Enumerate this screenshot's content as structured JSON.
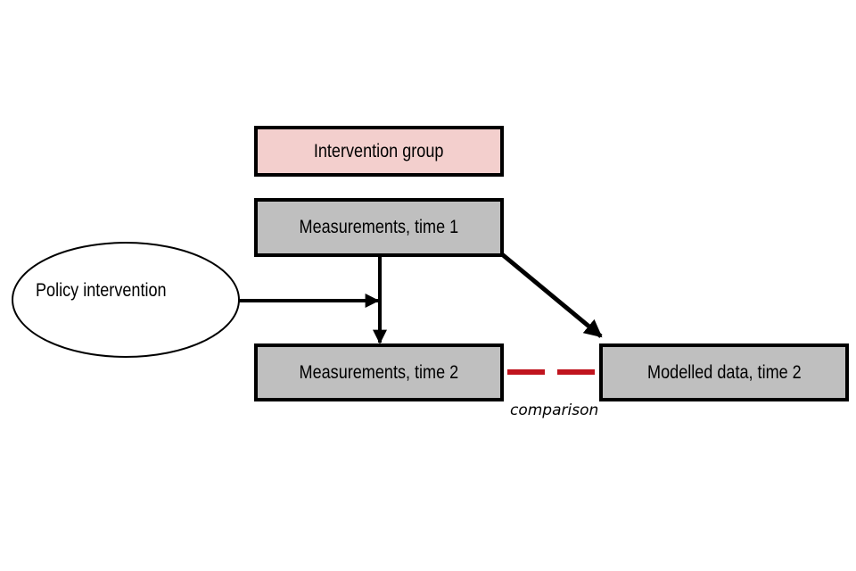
{
  "diagram": {
    "group_label": "Intervention group",
    "measurements_t1": "Measurements,  time 1",
    "measurements_t2": "Measurements,  time 2",
    "modelled_t2": "Modelled data, time 2",
    "policy": "Policy intervention",
    "comparison": "comparison"
  },
  "colors": {
    "group_fill": "#f3cfcd",
    "box_fill": "#bfbfbf",
    "comparison_line": "#c0141e",
    "stroke": "#000000"
  }
}
